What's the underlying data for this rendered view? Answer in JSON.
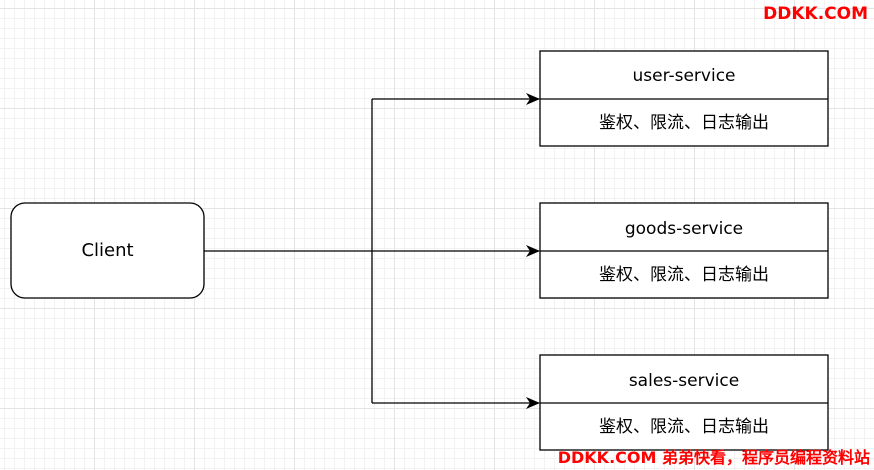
{
  "client": {
    "label": "Client"
  },
  "services": [
    {
      "name": "user-service",
      "features": "鉴权、限流、日志输出"
    },
    {
      "name": "goods-service",
      "features": "鉴权、限流、日志输出"
    },
    {
      "name": "sales-service",
      "features": "鉴权、限流、日志输出"
    }
  ],
  "watermark": {
    "top": "DDKK.COM",
    "bottom": "DDKK.COM 弟弟快看，程序员编程资料站"
  },
  "colors": {
    "watermark": "#ff0000",
    "stroke": "#000000"
  }
}
